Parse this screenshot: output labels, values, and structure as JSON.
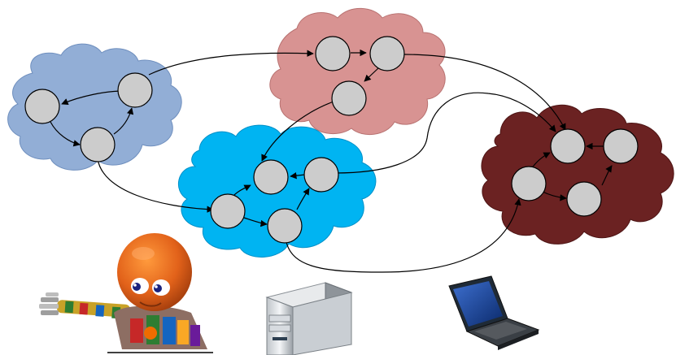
{
  "diagram": {
    "clouds": [
      {
        "id": "cloud-blue",
        "color": "#92aed6",
        "node_color": "#cccccc"
      },
      {
        "id": "cloud-pink",
        "color": "#d89392",
        "node_color": "#cccccc"
      },
      {
        "id": "cloud-cyan",
        "color": "#00b4f2",
        "node_color": "#cccccc"
      },
      {
        "id": "cloud-maroon",
        "color": "#6b2222",
        "node_color": "#cccccc"
      }
    ],
    "devices": [
      {
        "id": "humanoid-robot",
        "icon": "robot-icon"
      },
      {
        "id": "desktop-server",
        "icon": "server-icon"
      },
      {
        "id": "laptop",
        "icon": "laptop-icon"
      }
    ],
    "edge_color": "#000000"
  }
}
